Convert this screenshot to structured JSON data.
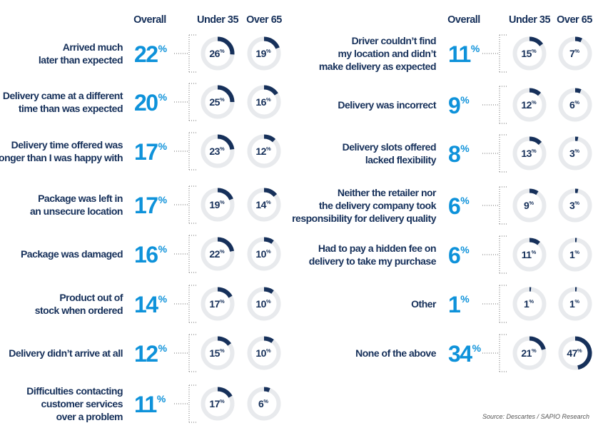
{
  "colors": {
    "navy": "#16305a",
    "blue": "#0e92da",
    "track": "#e8eaed",
    "dots": "#8a8a8a",
    "source": "#555555"
  },
  "chart_data": {
    "type": "donut-table",
    "column_headers": [
      "Overall",
      "Under 35",
      "Over 65"
    ],
    "percent_sign": "%",
    "source": "Source: Descartes / SAPIO Research",
    "left": [
      {
        "label": [
          "Arrived much",
          "later than expected"
        ],
        "overall": 22,
        "under35": 26,
        "over65": 19
      },
      {
        "label": [
          "Delivery came at a different",
          "time than was expected"
        ],
        "overall": 20,
        "under35": 25,
        "over65": 16
      },
      {
        "label": [
          "Delivery time offered was",
          "longer than I was happy with"
        ],
        "overall": 17,
        "under35": 23,
        "over65": 12
      },
      {
        "label": [
          "Package was left in",
          "an unsecure location"
        ],
        "overall": 17,
        "under35": 19,
        "over65": 14
      },
      {
        "label": [
          "Package was damaged"
        ],
        "overall": 16,
        "under35": 22,
        "over65": 10
      },
      {
        "label": [
          "Product out of",
          "stock when ordered"
        ],
        "overall": 14,
        "under35": 17,
        "over65": 10
      },
      {
        "label": [
          "Delivery didn’t arrive at all"
        ],
        "overall": 12,
        "under35": 15,
        "over65": 10
      },
      {
        "label": [
          "Difficulties contacting",
          "customer services",
          "over a problem"
        ],
        "overall": 11,
        "under35": 17,
        "over65": 6
      }
    ],
    "right": [
      {
        "label": [
          "Driver couldn’t find",
          "my location and didn’t",
          "make delivery as expected"
        ],
        "overall": 11,
        "under35": 15,
        "over65": 7
      },
      {
        "label": [
          "Delivery was incorrect"
        ],
        "overall": 9,
        "under35": 12,
        "over65": 6
      },
      {
        "label": [
          "Delivery slots offered",
          "lacked flexibility"
        ],
        "overall": 8,
        "under35": 13,
        "over65": 3
      },
      {
        "label": [
          "Neither the retailer nor",
          "the delivery company took",
          "responsibility for delivery quality"
        ],
        "overall": 6,
        "under35": 9,
        "over65": 3
      },
      {
        "label": [
          "Had to pay a hidden fee on",
          "delivery to take my purchase"
        ],
        "overall": 6,
        "under35": 11,
        "over65": 1
      },
      {
        "label": [
          "Other"
        ],
        "overall": 1,
        "under35": 1,
        "over65": 1
      },
      {
        "label": [
          "None of the above"
        ],
        "overall": 34,
        "under35": 21,
        "over65": 47
      }
    ]
  }
}
